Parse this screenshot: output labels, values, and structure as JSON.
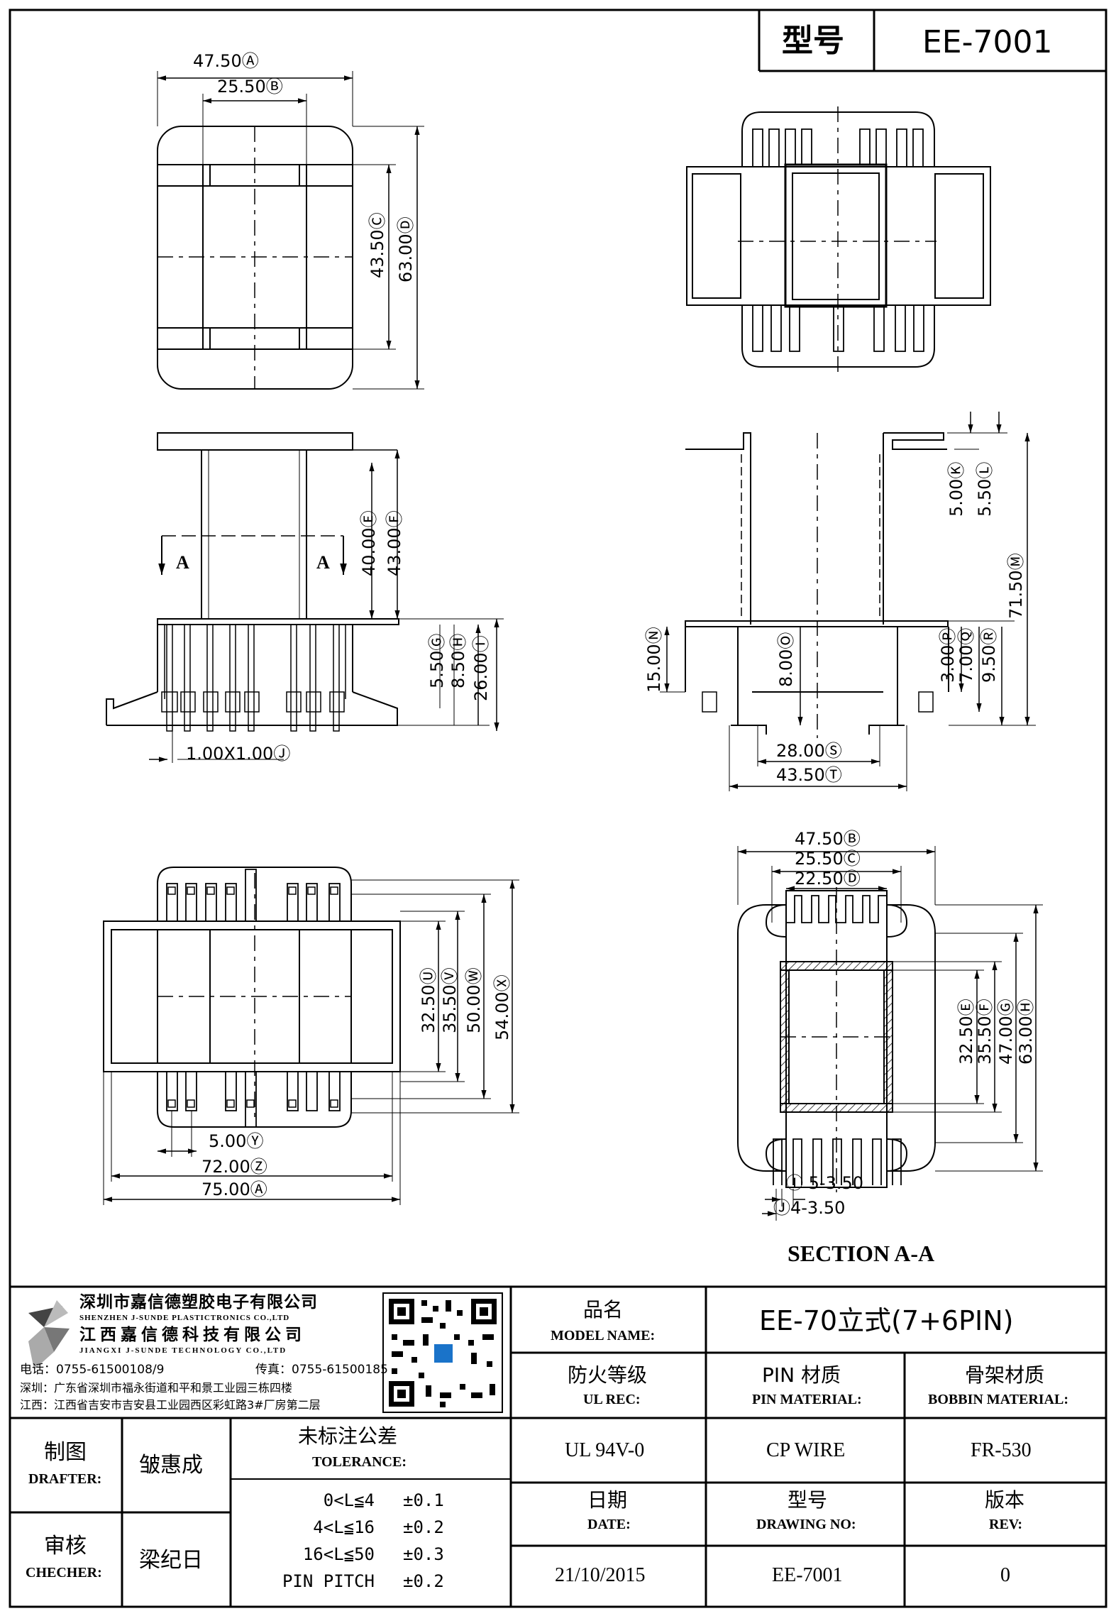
{
  "header": {
    "model_label": "型号",
    "model_value": "EE-7001"
  },
  "dims": {
    "top_left": {
      "w_outer": "47.50",
      "w_outer_tag": "A",
      "w_inner": "25.50",
      "w_inner_tag": "B",
      "h_inner": "43.50",
      "h_inner_tag": "C",
      "h_outer": "63.00",
      "h_outer_tag": "D"
    },
    "mid_left": {
      "e": "40.00",
      "e_tag": "E",
      "f": "43.00",
      "f_tag": "F",
      "g": "5.50",
      "g_tag": "G",
      "h": "8.50",
      "h_tag": "H",
      "i": "26.00",
      "i_tag": "I",
      "pin": "1.00X1.00",
      "pin_tag": "J",
      "section_mark": "A"
    },
    "mid_right": {
      "k": "5.00",
      "k_tag": "K",
      "l": "5.50",
      "l_tag": "L",
      "m": "71.50",
      "m_tag": "M",
      "n": "15.00",
      "n_tag": "N",
      "o": "8.00",
      "o_tag": "O",
      "p": "3.00",
      "p_tag": "P",
      "q": "7.00",
      "q_tag": "Q",
      "r": "9.50",
      "r_tag": "R",
      "s": "28.00",
      "s_tag": "S",
      "t": "43.50",
      "t_tag": "T"
    },
    "bottom_left": {
      "u": "32.50",
      "u_tag": "U",
      "v": "35.50",
      "v_tag": "V",
      "w": "50.00",
      "w_tag": "W",
      "x": "54.00",
      "x_tag": "X",
      "y": "5.00",
      "y_tag": "Y",
      "z": "72.00",
      "z_tag": "Z",
      "aa": "75.00",
      "aa_tag": "A"
    },
    "section": {
      "b": "47.50",
      "b_tag": "B",
      "c": "25.50",
      "c_tag": "C",
      "d": "22.50",
      "d_tag": "D",
      "e": "32.50",
      "e_tag": "E",
      "f": "35.50",
      "f_tag": "F",
      "g": "47.00",
      "g_tag": "G",
      "h": "63.00",
      "h_tag": "H",
      "i": "5-3.50",
      "i_tag": "I",
      "j": "4-3.50",
      "j_tag": "J",
      "title": "SECTION A-A"
    }
  },
  "company": {
    "name_sz": "深圳市嘉信德塑胶电子有限公司",
    "name_sz_en": "SHENZHEN J-SUNDE PLASTICTRONICS CO.,LTD",
    "name_jx": "江西嘉信德科技有限公司",
    "name_jx_en": "JIANGXI J-SUNDE TECHNOLOGY CO.,LTD",
    "tel": "电话：0755-61500108/9",
    "fax": "传真：0755-61500185",
    "addr_sz": "深圳：广东省深圳市福永街道和平和景工业园三栋四楼",
    "addr_jx": "江西：江西省吉安市吉安县工业园西区彩虹路3#厂房第二层"
  },
  "titleblock": {
    "model_name_cn": "品名",
    "model_name_en": "MODEL NAME:",
    "model_name_value": "EE-70立式(7+6PIN)",
    "ul_cn": "防火等级",
    "ul_en": "UL REC:",
    "ul_value": "UL 94V-0",
    "pin_cn": "PIN 材质",
    "pin_en": "PIN MATERIAL:",
    "pin_value": "CP WIRE",
    "bobbin_cn": "骨架材质",
    "bobbin_en": "BOBBIN MATERIAL:",
    "bobbin_value": "FR-530",
    "drafter_cn": "制图",
    "drafter_en": "DRAFTER:",
    "drafter_value": "皱惠成",
    "checker_cn": "审核",
    "checker_en": "CHECHER:",
    "checker_value": "梁纪日",
    "tol_cn": "未标注公差",
    "tol_en": "TOLERANCE:",
    "tol_rows": [
      {
        "range": "0<L≦4",
        "val": "±0.1"
      },
      {
        "range": "4<L≦16",
        "val": "±0.2"
      },
      {
        "range": "16<L≦50",
        "val": "±0.3"
      },
      {
        "range": "PIN PITCH",
        "val": "±0.2"
      }
    ],
    "date_cn": "日期",
    "date_en": "DATE:",
    "date_value": "21/10/2015",
    "dwg_cn": "型号",
    "dwg_en": "DRAWING NO:",
    "dwg_value": "EE-7001",
    "rev_cn": "版本",
    "rev_en": "REV:",
    "rev_value": "0"
  }
}
